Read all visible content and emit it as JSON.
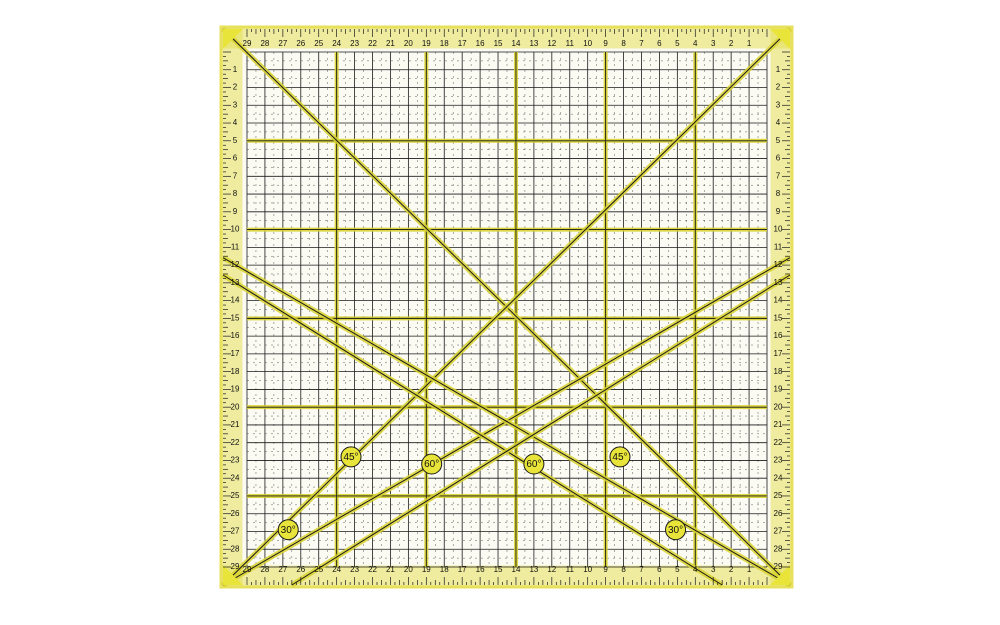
{
  "image": {
    "subject": "square-quilting-ruler-icon",
    "colors": {
      "background": "#ffffff",
      "grid": "#1a1a1a",
      "yellow": "#e8e43a",
      "yellow_line": "#d9d330",
      "frame": "#e6e05a"
    }
  },
  "ruler": {
    "scale_max": 29,
    "top_scale": [
      "29",
      "28",
      "27",
      "26",
      "25",
      "24",
      "23",
      "22",
      "21",
      "20",
      "19",
      "18",
      "17",
      "16",
      "15",
      "14",
      "13",
      "12",
      "11",
      "10",
      "9",
      "8",
      "7",
      "6",
      "5",
      "4",
      "3",
      "2",
      "1"
    ],
    "left_scale": [
      "1",
      "2",
      "3",
      "4",
      "5",
      "6",
      "7",
      "8",
      "9",
      "10",
      "11",
      "12",
      "13",
      "14",
      "15",
      "16",
      "17",
      "18",
      "19",
      "20",
      "21",
      "22",
      "23",
      "24",
      "25",
      "26",
      "27",
      "28",
      "29"
    ],
    "highlight_lines": [
      5,
      10,
      15,
      20,
      25
    ],
    "angle_markers": [
      {
        "label": "45°",
        "u": 5.8,
        "v": 22.8
      },
      {
        "label": "60°",
        "u": 10.3,
        "v": 23.2
      },
      {
        "label": "60°",
        "u": 16.0,
        "v": 23.2
      },
      {
        "label": "45°",
        "u": 20.8,
        "v": 22.8
      },
      {
        "label": "30°",
        "u": 2.3,
        "v": 26.9
      },
      {
        "label": "30°",
        "u": 23.9,
        "v": 26.9
      }
    ]
  }
}
